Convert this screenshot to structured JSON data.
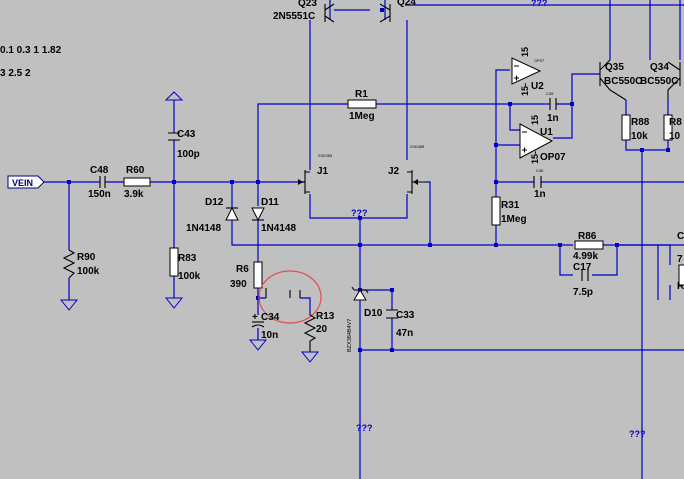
{
  "top_left": {
    "line1": "0.1 0.3 1 1.82",
    "line2": "3 2.5 2"
  },
  "ports": {
    "input": "VEIN"
  },
  "unknown_net": "???",
  "components": {
    "Q23": {
      "ref": "Q23",
      "value": "2N5551C"
    },
    "Q24": {
      "ref": "Q24"
    },
    "Q35": {
      "ref": "Q35",
      "value": "BC550C"
    },
    "Q34": {
      "ref": "Q34",
      "value": "BC550C"
    },
    "R1": {
      "ref": "R1",
      "value": "1Meg"
    },
    "U2": {
      "ref": "U2",
      "plus": "15",
      "minus": "15-",
      "tag": "OP07"
    },
    "C_u2": {
      "value": "1n"
    },
    "U1": {
      "ref": "U1",
      "value": "OP07",
      "plus": "15",
      "minus": "15-"
    },
    "C43": {
      "ref": "C43",
      "value": "100p"
    },
    "C48": {
      "ref": "C48",
      "value": "150n"
    },
    "R60": {
      "ref": "R60",
      "value": "3.9k"
    },
    "R88": {
      "ref": "R88",
      "value": "10k"
    },
    "R87": {
      "ref": "R8",
      "value": "10"
    },
    "J1": {
      "ref": "J1"
    },
    "J2": {
      "ref": "J2"
    },
    "D12": {
      "ref": "D12",
      "value": "1N4148"
    },
    "D11": {
      "ref": "D11",
      "value": "1N4148"
    },
    "R31": {
      "ref": "R31",
      "value": "1Meg"
    },
    "C_r31": {
      "value": "1n"
    },
    "R90": {
      "ref": "R90",
      "value": "100k"
    },
    "R83": {
      "ref": "R83",
      "value": "100k"
    },
    "R86": {
      "ref": "R86",
      "value": "4.99k"
    },
    "C17": {
      "ref": "C17",
      "value": "7.5p"
    },
    "R6": {
      "ref": "R6",
      "value": "390"
    },
    "C34": {
      "ref": "C34",
      "value": "10n"
    },
    "R13": {
      "ref": "R13",
      "value": "20"
    },
    "D10": {
      "ref": "D10",
      "value": "BZX384B4V7"
    },
    "C33": {
      "ref": "C33",
      "value": "47n"
    },
    "right_edge_C": {
      "ref": "C"
    },
    "right_edge_7": {
      "ref": "7"
    },
    "right_edge_R": {
      "ref": "R"
    }
  },
  "colors": {
    "background": "#c0c0c0",
    "wire": "#0000c8",
    "component": "#000000",
    "highlight_circle": "#e05050"
  }
}
